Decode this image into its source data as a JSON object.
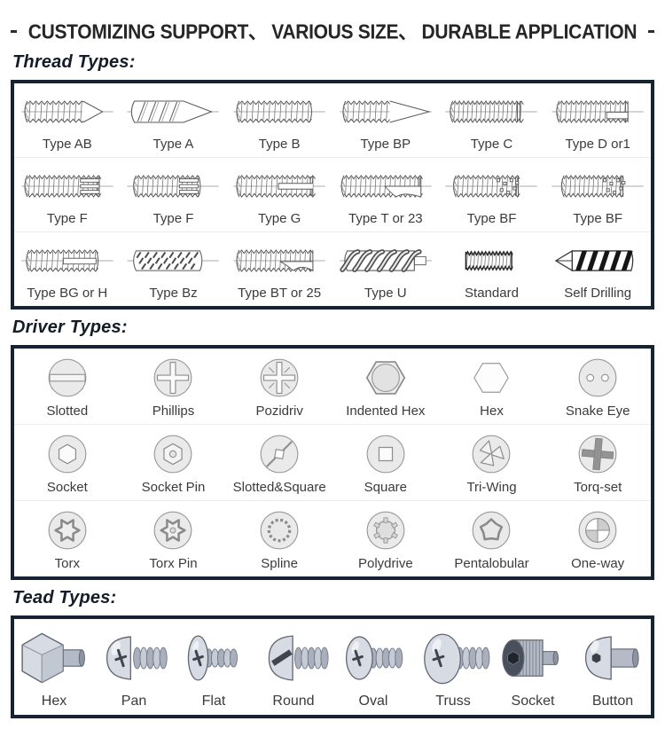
{
  "header": {
    "title": "CUSTOMIZING SUPPORT、 VARIOUS SIZE、 DURABLE APPLICATION"
  },
  "sections": {
    "thread": {
      "heading": "Thread Types:",
      "items": [
        {
          "label": "Type AB",
          "icon": "thread-ab"
        },
        {
          "label": "Type A",
          "icon": "thread-a"
        },
        {
          "label": "Type B",
          "icon": "thread-b"
        },
        {
          "label": "Type BP",
          "icon": "thread-bp"
        },
        {
          "label": "Type C",
          "icon": "thread-c"
        },
        {
          "label": "Type D or1",
          "icon": "thread-d"
        },
        {
          "label": "Type F",
          "icon": "thread-f"
        },
        {
          "label": "Type F",
          "icon": "thread-f2"
        },
        {
          "label": "Type G",
          "icon": "thread-g"
        },
        {
          "label": "Type T or 23",
          "icon": "thread-t23"
        },
        {
          "label": "Type BF",
          "icon": "thread-bf"
        },
        {
          "label": "Type BF",
          "icon": "thread-bf2"
        },
        {
          "label": "Type BG or H",
          "icon": "thread-bg"
        },
        {
          "label": "Type Bz",
          "icon": "thread-bz"
        },
        {
          "label": "Type BT or 25",
          "icon": "thread-bt25"
        },
        {
          "label": "Type U",
          "icon": "thread-u"
        },
        {
          "label": "Standard",
          "icon": "thread-standard"
        },
        {
          "label": "Self Drilling",
          "icon": "thread-selfdrill"
        }
      ]
    },
    "driver": {
      "heading": "Driver Types:",
      "items": [
        {
          "label": "Slotted",
          "icon": "driver-slotted"
        },
        {
          "label": "Phillips",
          "icon": "driver-phillips"
        },
        {
          "label": "Pozidriv",
          "icon": "driver-pozidriv"
        },
        {
          "label": "Indented Hex",
          "icon": "driver-indented-hex"
        },
        {
          "label": "Hex",
          "icon": "driver-hex"
        },
        {
          "label": "Snake Eye",
          "icon": "driver-snake-eye"
        },
        {
          "label": "Socket",
          "icon": "driver-socket"
        },
        {
          "label": "Socket Pin",
          "icon": "driver-socket-pin"
        },
        {
          "label": "Slotted&Square",
          "icon": "driver-slotted-square"
        },
        {
          "label": "Square",
          "icon": "driver-square"
        },
        {
          "label": "Tri-Wing",
          "icon": "driver-tri-wing"
        },
        {
          "label": "Torq-set",
          "icon": "driver-torq-set"
        },
        {
          "label": "Torx",
          "icon": "driver-torx"
        },
        {
          "label": "Torx Pin",
          "icon": "driver-torx-pin"
        },
        {
          "label": "Spline",
          "icon": "driver-spline"
        },
        {
          "label": "Polydrive",
          "icon": "driver-polydrive"
        },
        {
          "label": "Pentalobular",
          "icon": "driver-pentalobular"
        },
        {
          "label": "One-way",
          "icon": "driver-one-way"
        }
      ]
    },
    "head": {
      "heading": "Tead Types:",
      "items": [
        {
          "label": "Hex",
          "icon": "head-hex"
        },
        {
          "label": "Pan",
          "icon": "head-pan"
        },
        {
          "label": "Flat",
          "icon": "head-flat"
        },
        {
          "label": "Round",
          "icon": "head-round"
        },
        {
          "label": "Oval",
          "icon": "head-oval"
        },
        {
          "label": "Truss",
          "icon": "head-truss"
        },
        {
          "label": "Socket",
          "icon": "head-socket"
        },
        {
          "label": "Button",
          "icon": "head-button"
        }
      ]
    }
  },
  "colors": {
    "box_border": "#152430",
    "heading_text": "#131c27",
    "title_text": "#262626",
    "label_text": "#3b3b3b",
    "row_divider": "#e9ebee"
  }
}
